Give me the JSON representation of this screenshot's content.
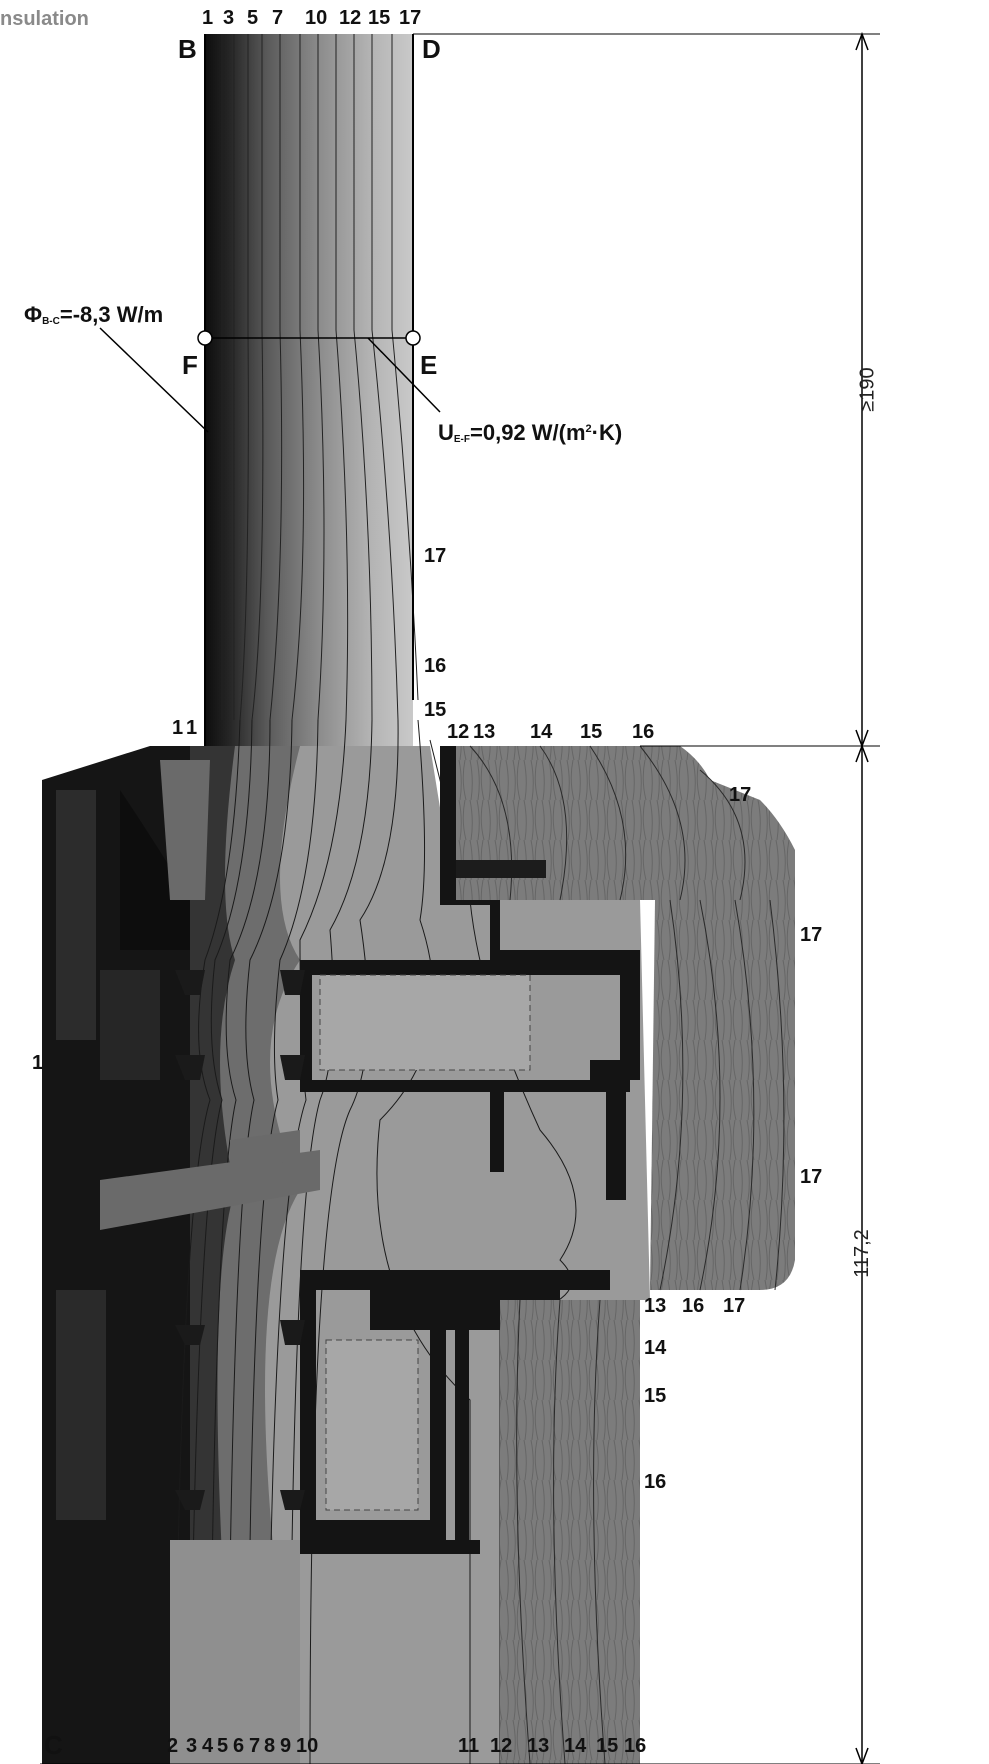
{
  "header": {
    "title_fragment": "nsulation"
  },
  "points": {
    "B": "B",
    "C": "C",
    "D": "D",
    "E": "E",
    "F": "F"
  },
  "flux": {
    "symbol": "Φ",
    "sub": "B-C",
    "value": "=-8,3 W/m"
  },
  "u_value": {
    "symbol": "U",
    "sub": "E-F",
    "value_prefix": "=0,92 W/(m",
    "sup": "2",
    "value_suffix": "·K)"
  },
  "dimensions": {
    "upper": "≥190",
    "lower": "117,2"
  },
  "isotherm_labels": {
    "top": [
      "1",
      "3",
      "5",
      "7",
      "10",
      "12",
      "15",
      "17"
    ],
    "bottom_left": [
      "2",
      "3",
      "4",
      "5",
      "6",
      "7",
      "8",
      "9",
      "10"
    ],
    "bottom_right": [
      "11",
      "12",
      "13",
      "14",
      "15",
      "16"
    ],
    "sash_row": [
      "13",
      "16",
      "17"
    ],
    "frame_top": [
      "12",
      "13",
      "14",
      "15",
      "16"
    ],
    "wall_right": [
      "17",
      "16",
      "15"
    ],
    "reveal_right": [
      "17",
      "17",
      "17"
    ],
    "frame_right": [
      "14",
      "15",
      "16"
    ],
    "left_side": [
      "1",
      "1",
      "1"
    ]
  },
  "colors": {
    "aluminium": "#141414",
    "insulation": "#9c9c9c",
    "wood": "#7b7b7b",
    "wall_dark": "#1a1a1a"
  }
}
